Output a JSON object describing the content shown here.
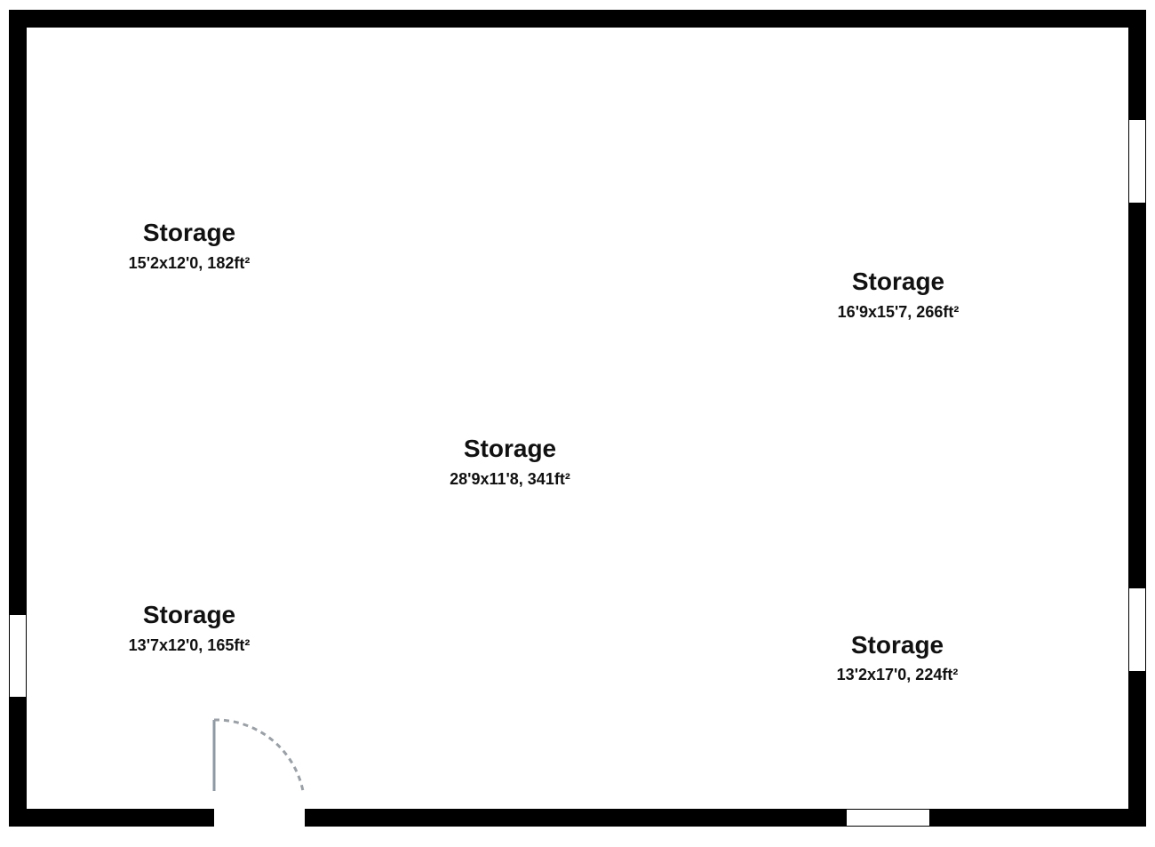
{
  "rooms": [
    {
      "name": "Storage",
      "dimensions": "15'2x12'0, 182ft²"
    },
    {
      "name": "Storage",
      "dimensions": "16'9x15'7, 266ft²"
    },
    {
      "name": "Storage",
      "dimensions": "28'9x11'8, 341ft²"
    },
    {
      "name": "Storage",
      "dimensions": "13'7x12'0, 165ft²"
    },
    {
      "name": "Storage",
      "dimensions": "13'2x17'0, 224ft²"
    }
  ],
  "colors": {
    "wall": "#000000",
    "floor": "#ffffff",
    "door_leaf": "#8f99a3",
    "door_swing": "#9aa0a6"
  },
  "icons": [
    "door-swing-icon"
  ]
}
